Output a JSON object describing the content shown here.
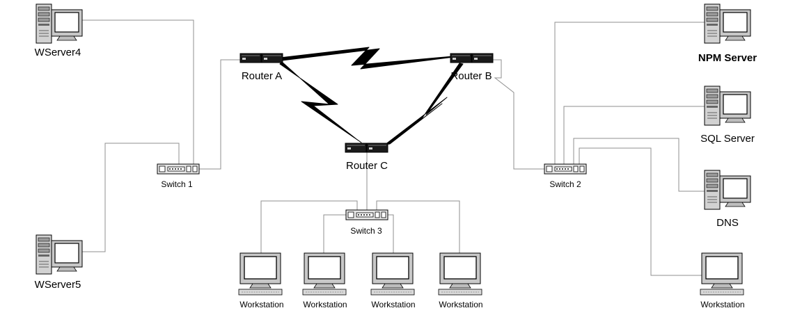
{
  "nodes": {
    "wserver4": "WServer4",
    "wserver5": "WServer5",
    "router_a": "Router A",
    "router_b": "Router B",
    "router_c": "Router C",
    "switch_1": "Switch 1",
    "switch_2": "Switch 2",
    "switch_3": "Switch 3",
    "npm_server": "NPM Server",
    "sql_server": "SQL Server",
    "dns": "DNS",
    "workstation_1": "Workstation",
    "workstation_2": "Workstation",
    "workstation_3": "Workstation",
    "workstation_4": "Workstation",
    "workstation_5": "Workstation"
  },
  "links": [
    {
      "from": "WServer4",
      "to": "Switch 1",
      "type": "ethernet"
    },
    {
      "from": "WServer5",
      "to": "Switch 1",
      "type": "ethernet"
    },
    {
      "from": "Switch 1",
      "to": "Router A",
      "type": "ethernet"
    },
    {
      "from": "Router A",
      "to": "Router B",
      "type": "wan"
    },
    {
      "from": "Router A",
      "to": "Router C",
      "type": "wan"
    },
    {
      "from": "Router B",
      "to": "Router C",
      "type": "wan"
    },
    {
      "from": "Router B",
      "to": "Switch 2",
      "type": "ethernet"
    },
    {
      "from": "Router C",
      "to": "Switch 3",
      "type": "ethernet"
    },
    {
      "from": "Switch 2",
      "to": "NPM Server",
      "type": "ethernet"
    },
    {
      "from": "Switch 2",
      "to": "SQL Server",
      "type": "ethernet"
    },
    {
      "from": "Switch 2",
      "to": "DNS",
      "type": "ethernet"
    },
    {
      "from": "Switch 2",
      "to": "Workstation",
      "type": "ethernet"
    },
    {
      "from": "Switch 3",
      "to": "Workstation",
      "type": "ethernet"
    },
    {
      "from": "Switch 3",
      "to": "Workstation",
      "type": "ethernet"
    },
    {
      "from": "Switch 3",
      "to": "Workstation",
      "type": "ethernet"
    },
    {
      "from": "Switch 3",
      "to": "Workstation",
      "type": "ethernet"
    }
  ]
}
